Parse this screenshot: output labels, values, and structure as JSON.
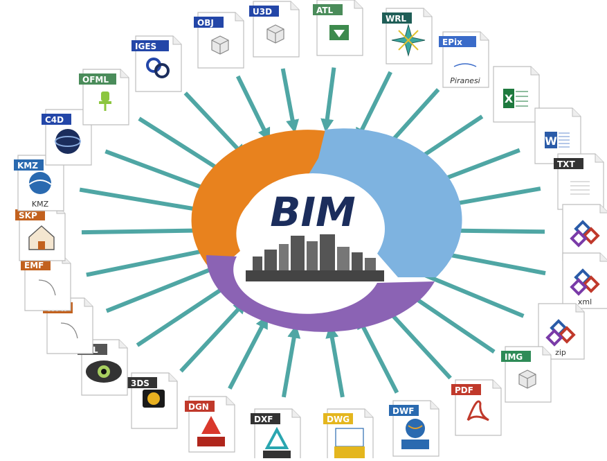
{
  "center": {
    "label": "BIM",
    "colors": {
      "orange": "#E8821E",
      "blue": "#7EB3E0",
      "purple": "#8B63B4",
      "text": "#1B2D5C",
      "arrow": "#4FA6A4"
    }
  },
  "formats": [
    {
      "tag": "OBJ",
      "tag_color": "#2346A8",
      "icon": "cube-icon"
    },
    {
      "tag": "U3D",
      "tag_color": "#2346A8",
      "icon": "cube-icon"
    },
    {
      "tag": "ATL",
      "tag_color": "#4A8C5A",
      "icon": "gem-icon"
    },
    {
      "tag": "WRL",
      "tag_color": "#1F5E57",
      "icon": "star-icon"
    },
    {
      "tag": "EPix",
      "tag_color": "#3A6BC9",
      "icon": "piranesi-icon",
      "caption": "Piranesi"
    },
    {
      "tag": "",
      "tag_color": "#1E7A3E",
      "icon": "excel-icon"
    },
    {
      "tag": "",
      "tag_color": "#2A5BA8",
      "icon": "word-icon"
    },
    {
      "tag": "TXT",
      "tag_color": "#333333",
      "icon": "text-icon"
    },
    {
      "tag": "",
      "tag_color": "#C0392B",
      "icon": "ifc-icon"
    },
    {
      "tag": "",
      "tag_color": "#C0392B",
      "icon": "ifc-icon",
      "caption": "xml"
    },
    {
      "tag": "",
      "tag_color": "#C0392B",
      "icon": "ifc-icon",
      "caption": "zip"
    },
    {
      "tag": "IMG",
      "tag_color": "#2E8B57",
      "icon": "cube-icon"
    },
    {
      "tag": "PDF",
      "tag_color": "#C0392B",
      "icon": "acrobat-icon"
    },
    {
      "tag": "DWF",
      "tag_color": "#2A6AB0",
      "icon": "globe-icon"
    },
    {
      "tag": "DWG",
      "tag_color": "#E4B61E",
      "icon": "dwg-icon"
    },
    {
      "tag": "DXF",
      "tag_color": "#333333",
      "icon": "dxf-icon"
    },
    {
      "tag": "DGN",
      "tag_color": "#C0392B",
      "icon": "dgn-icon"
    },
    {
      "tag": "3DS",
      "tag_color": "#333333",
      "icon": "cheetah-icon"
    },
    {
      "tag": "STL",
      "tag_color": "#555555",
      "icon": "eye-icon"
    },
    {
      "tag": "WMF",
      "tag_color": "#C2611E",
      "icon": "curve-icon"
    },
    {
      "tag": "EMF",
      "tag_color": "#C2611E",
      "icon": "curve-icon"
    },
    {
      "tag": "SKP",
      "tag_color": "#C2611E",
      "icon": "house-icon"
    },
    {
      "tag": "KMZ",
      "tag_color": "#2A6AB0",
      "icon": "google-earth-icon",
      "caption": "KMZ"
    },
    {
      "tag": "C4D",
      "tag_color": "#2346A8",
      "icon": "cinema4d-icon"
    },
    {
      "tag": "OFML",
      "tag_color": "#4A8C5A",
      "icon": "chair-icon"
    },
    {
      "tag": "IGES",
      "tag_color": "#2346A8",
      "icon": "iges-icon"
    }
  ]
}
